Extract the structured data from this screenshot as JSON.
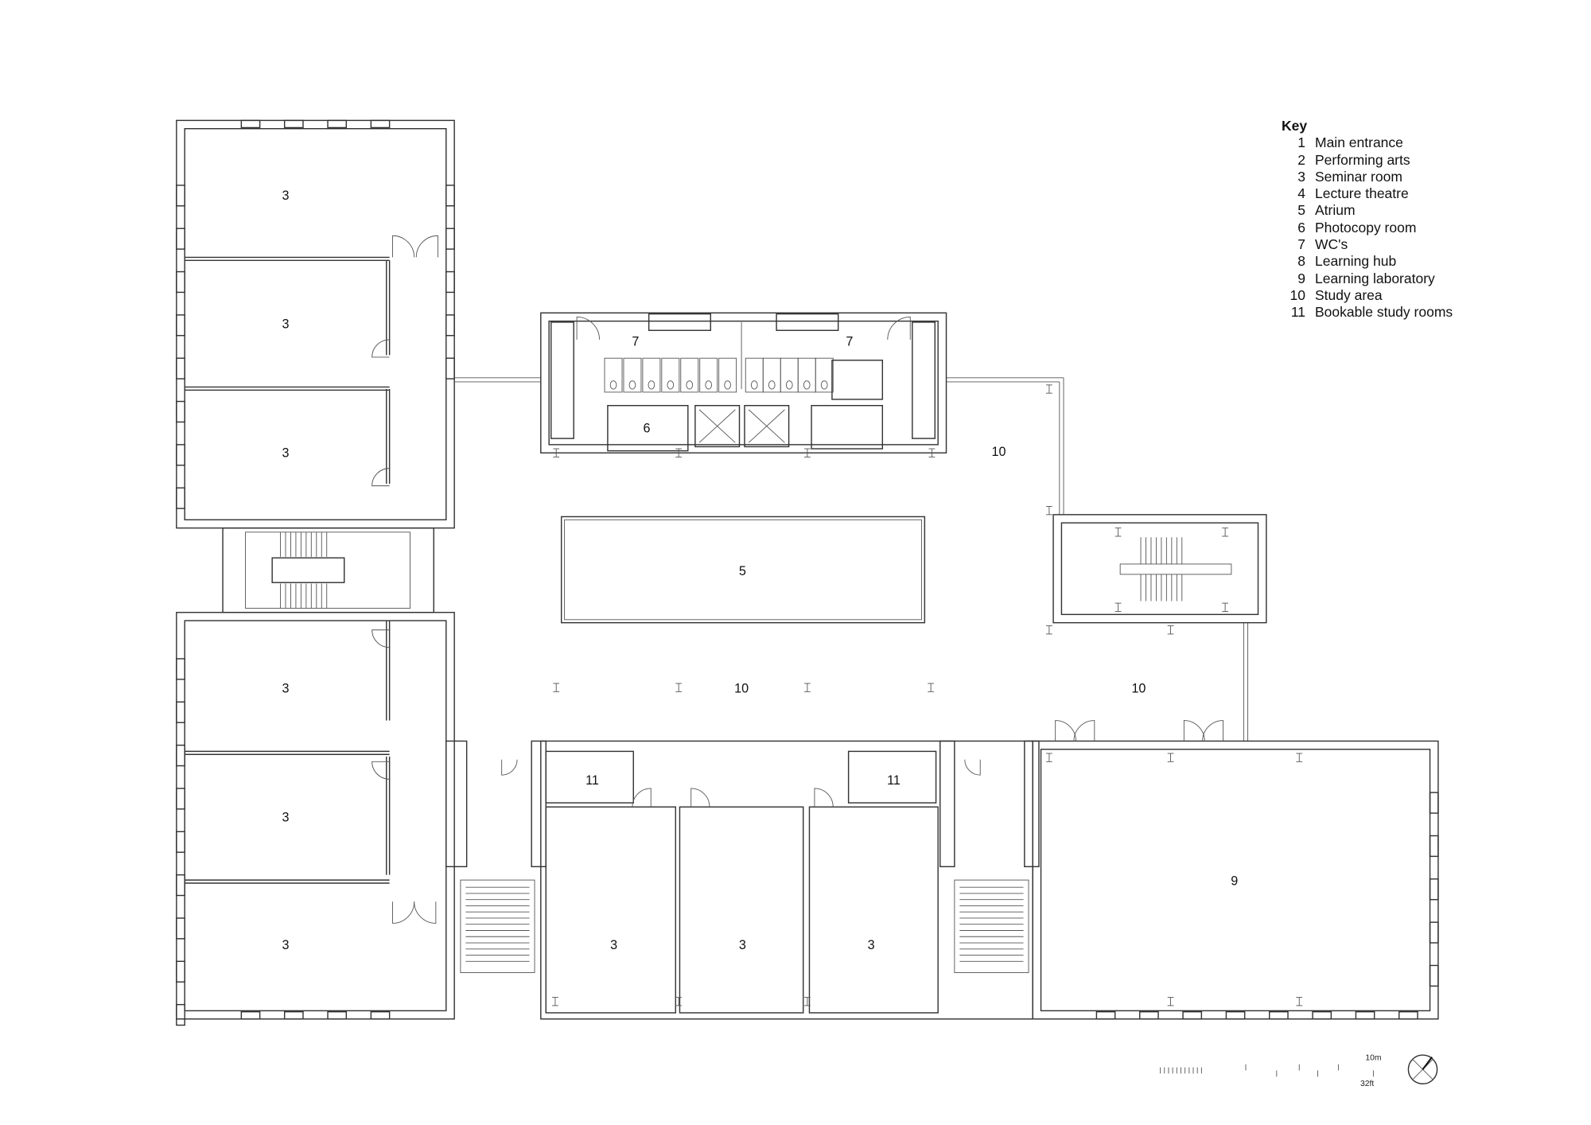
{
  "key": {
    "title": "Key",
    "items": [
      {
        "num": "1",
        "label": "Main entrance"
      },
      {
        "num": "2",
        "label": "Performing arts"
      },
      {
        "num": "3",
        "label": "Seminar room"
      },
      {
        "num": "4",
        "label": "Lecture theatre"
      },
      {
        "num": "5",
        "label": "Atrium"
      },
      {
        "num": "6",
        "label": "Photocopy room"
      },
      {
        "num": "7",
        "label": "WC's"
      },
      {
        "num": "8",
        "label": "Learning hub"
      },
      {
        "num": "9",
        "label": "Learning laboratory"
      },
      {
        "num": "10",
        "label": "Study area"
      },
      {
        "num": "11",
        "label": "Bookable study rooms"
      }
    ]
  },
  "rooms": [
    "3",
    "3",
    "3",
    "3",
    "3",
    "3",
    "7",
    "7",
    "6",
    "10",
    "5",
    "10",
    "10",
    "11",
    "11",
    "3",
    "3",
    "3",
    "9"
  ],
  "scale": {
    "metric": "10m",
    "imperial": "32ft"
  },
  "north_arrow": "north-arrow-icon"
}
